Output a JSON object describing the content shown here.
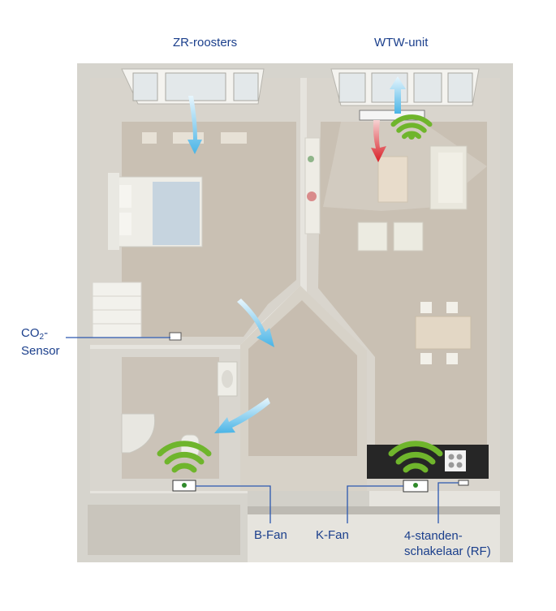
{
  "labels": {
    "zr_roosters": "ZR-roosters",
    "wtw_unit": "WTW-unit",
    "co2_prefix": "CO",
    "co2_sub": "2",
    "co2_suffix": "-",
    "sensor": "Sensor",
    "b_fan": "B-Fan",
    "k_fan": "K-Fan",
    "switch_line1": "4-standen-",
    "switch_line2": "schakelaar (RF)"
  },
  "colors": {
    "label_text": "#1b3f8c",
    "leader_line": "#2c58b0",
    "wireless_signal": "#6fb52c",
    "supply_air": "#6cc3ea",
    "exhaust_air": "#e2262b",
    "wall": "#d9d7d0",
    "floor": "#c8bfb2"
  },
  "icons": [
    "wireless-signal-icon",
    "blue-airflow-arrow-icon",
    "red-airflow-arrow-icon"
  ]
}
